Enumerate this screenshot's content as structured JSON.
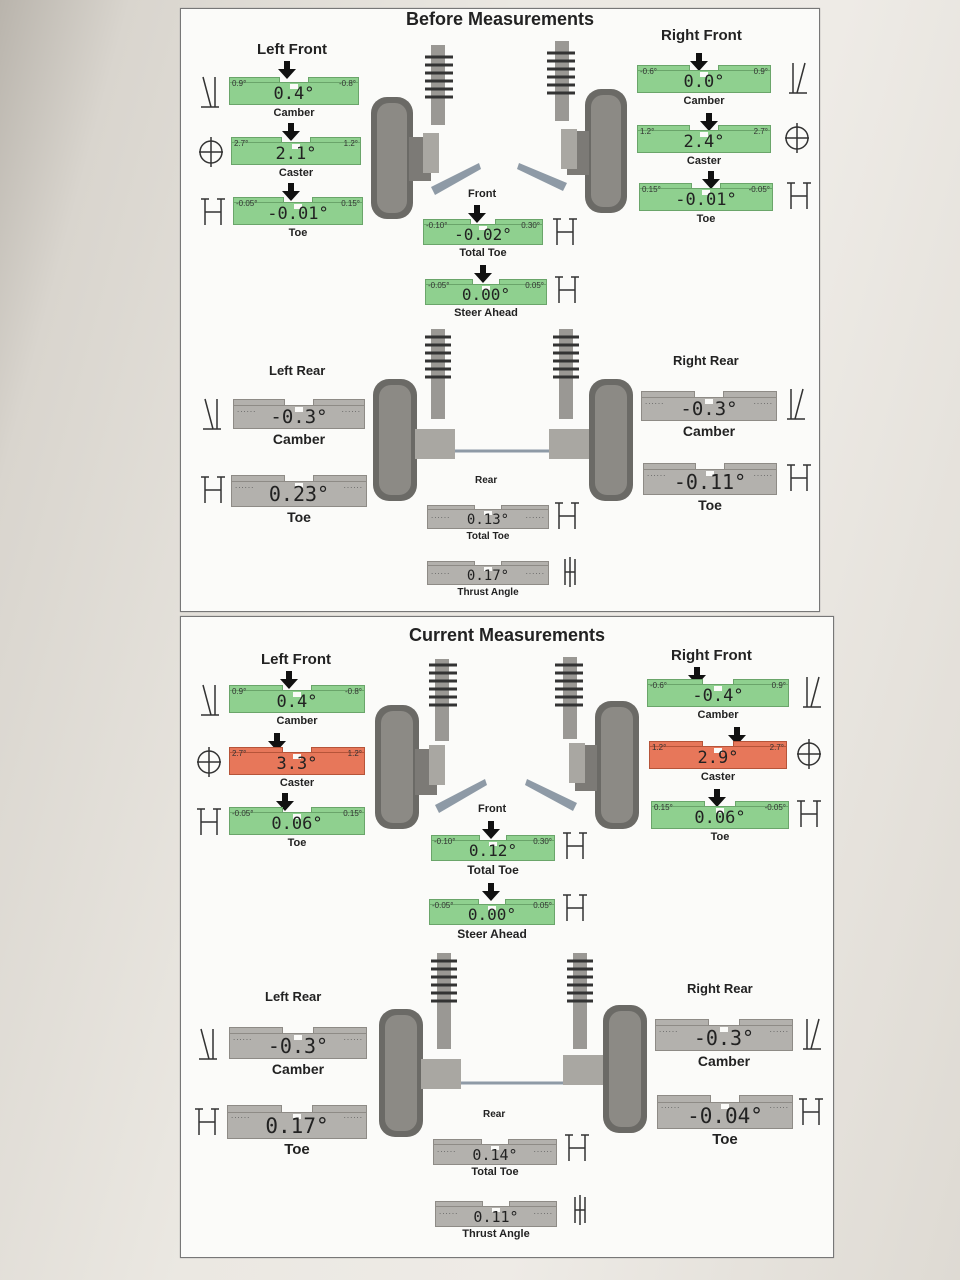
{
  "before": {
    "title": "Before Measurements",
    "left_front": {
      "label": "Left Front",
      "camber": {
        "label": "Camber",
        "value": "0.4°",
        "min": "0.9°",
        "max": "-0.8°"
      },
      "caster": {
        "label": "Caster",
        "value": "2.1°",
        "min": "2.7°",
        "max": "1.2°"
      },
      "toe": {
        "label": "Toe",
        "value": "-0.01°",
        "min": "-0.05°",
        "max": "0.15°"
      }
    },
    "right_front": {
      "label": "Right Front",
      "camber": {
        "label": "Camber",
        "value": "0.0°",
        "min": "-0.6°",
        "max": "0.9°"
      },
      "caster": {
        "label": "Caster",
        "value": "2.4°",
        "min": "1.2°",
        "max": "2.7°"
      },
      "toe": {
        "label": "Toe",
        "value": "-0.01°",
        "min": "0.15°",
        "max": "-0.05°"
      }
    },
    "front": {
      "label": "Front",
      "total_toe": {
        "label": "Total Toe",
        "value": "-0.02°",
        "min": "-0.10°",
        "max": "0.30°"
      },
      "steer_ahead": {
        "label": "Steer Ahead",
        "value": "0.00°",
        "min": "-0.05°",
        "max": "0.05°"
      }
    },
    "left_rear": {
      "label": "Left Rear",
      "camber": {
        "label": "Camber",
        "value": "-0.3°"
      },
      "toe": {
        "label": "Toe",
        "value": "0.23°"
      }
    },
    "right_rear": {
      "label": "Right Rear",
      "camber": {
        "label": "Camber",
        "value": "-0.3°"
      },
      "toe": {
        "label": "Toe",
        "value": "-0.11°"
      }
    },
    "rear": {
      "label": "Rear",
      "total_toe": {
        "label": "Total Toe",
        "value": "0.13°"
      },
      "thrust_angle": {
        "label": "Thrust Angle",
        "value": "0.17°"
      }
    }
  },
  "current": {
    "title": "Current Measurements",
    "left_front": {
      "label": "Left Front",
      "camber": {
        "label": "Camber",
        "value": "0.4°",
        "min": "0.9°",
        "max": "-0.8°"
      },
      "caster": {
        "label": "Caster",
        "value": "3.3°",
        "min": "2.7°",
        "max": "1.2°"
      },
      "toe": {
        "label": "Toe",
        "value": "0.06°",
        "min": "-0.05°",
        "max": "0.15°"
      }
    },
    "right_front": {
      "label": "Right Front",
      "camber": {
        "label": "Camber",
        "value": "-0.4°",
        "min": "-0.6°",
        "max": "0.9°"
      },
      "caster": {
        "label": "Caster",
        "value": "2.9°",
        "min": "1.2°",
        "max": "2.7°"
      },
      "toe": {
        "label": "Toe",
        "value": "0.06°",
        "min": "0.15°",
        "max": "-0.05°"
      }
    },
    "front": {
      "label": "Front",
      "total_toe": {
        "label": "Total Toe",
        "value": "0.12°",
        "min": "-0.10°",
        "max": "0.30°"
      },
      "steer_ahead": {
        "label": "Steer Ahead",
        "value": "0.00°",
        "min": "-0.05°",
        "max": "0.05°"
      }
    },
    "left_rear": {
      "label": "Left Rear",
      "camber": {
        "label": "Camber",
        "value": "-0.3°"
      },
      "toe": {
        "label": "Toe",
        "value": "0.17°"
      }
    },
    "right_rear": {
      "label": "Right Rear",
      "camber": {
        "label": "Camber",
        "value": "-0.3°"
      },
      "toe": {
        "label": "Toe",
        "value": "-0.04°"
      }
    },
    "rear": {
      "label": "Rear",
      "total_toe": {
        "label": "Total Toe",
        "value": "0.14°"
      },
      "thrust_angle": {
        "label": "Thrust Angle",
        "value": "0.11°"
      }
    }
  },
  "status_colors": {
    "in_spec": "#8fd08f",
    "out_of_spec": "#e7775a",
    "no_spec": "#b3b1ad"
  }
}
